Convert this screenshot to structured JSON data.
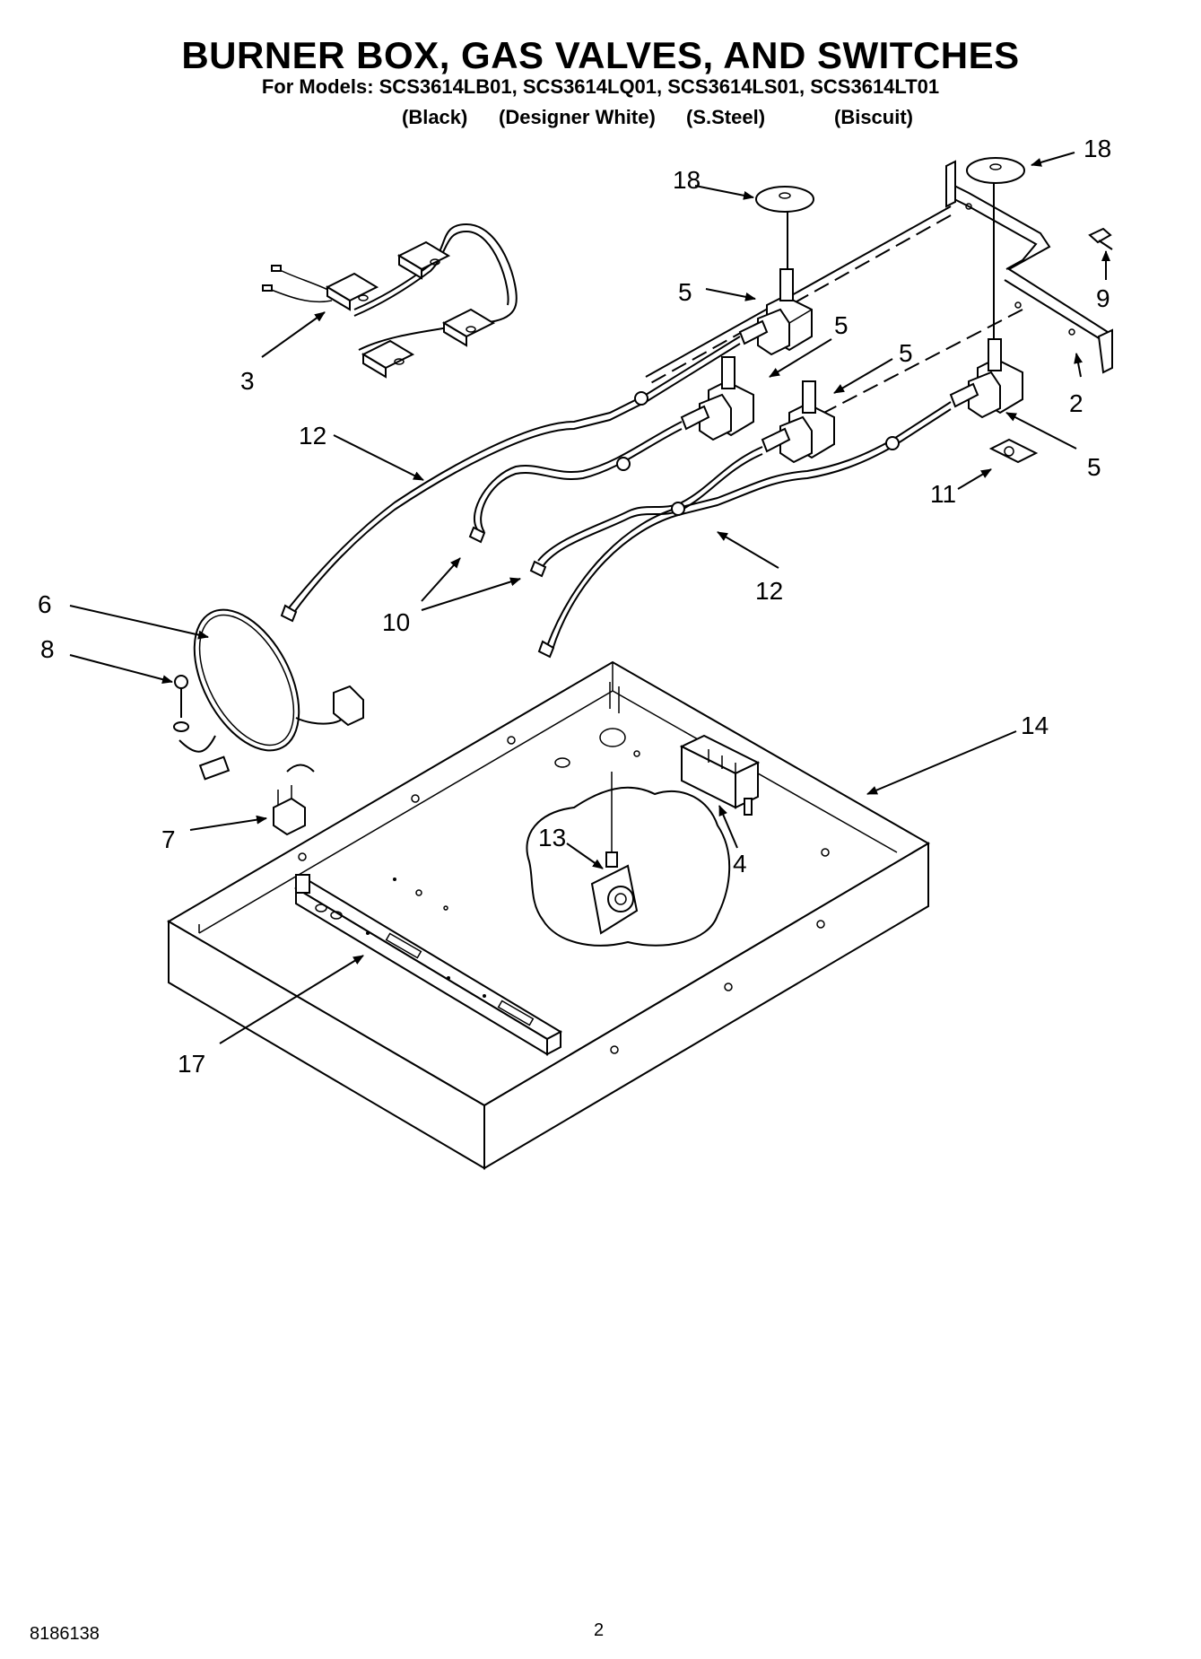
{
  "header": {
    "title": "BURNER BOX, GAS VALVES, AND SWITCHES",
    "models": "For Models: SCS3614LB01, SCS3614LQ01, SCS3614LS01, SCS3614LT01",
    "variants": [
      "(Black)",
      "(Designer White)",
      "(S.Steel)",
      "(Biscuit)"
    ]
  },
  "callouts": {
    "c18a": "18",
    "c18b": "18",
    "c5a": "5",
    "c5b": "5",
    "c5c": "5",
    "c5d": "5",
    "c9": "9",
    "c2": "2",
    "c3": "3",
    "c12a": "12",
    "c12b": "12",
    "c11": "11",
    "c6": "6",
    "c8": "8",
    "c10": "10",
    "c14": "14",
    "c7": "7",
    "c13": "13",
    "c4": "4",
    "c17": "17"
  },
  "footer": {
    "doc_number": "8186138",
    "page_number": "2"
  }
}
